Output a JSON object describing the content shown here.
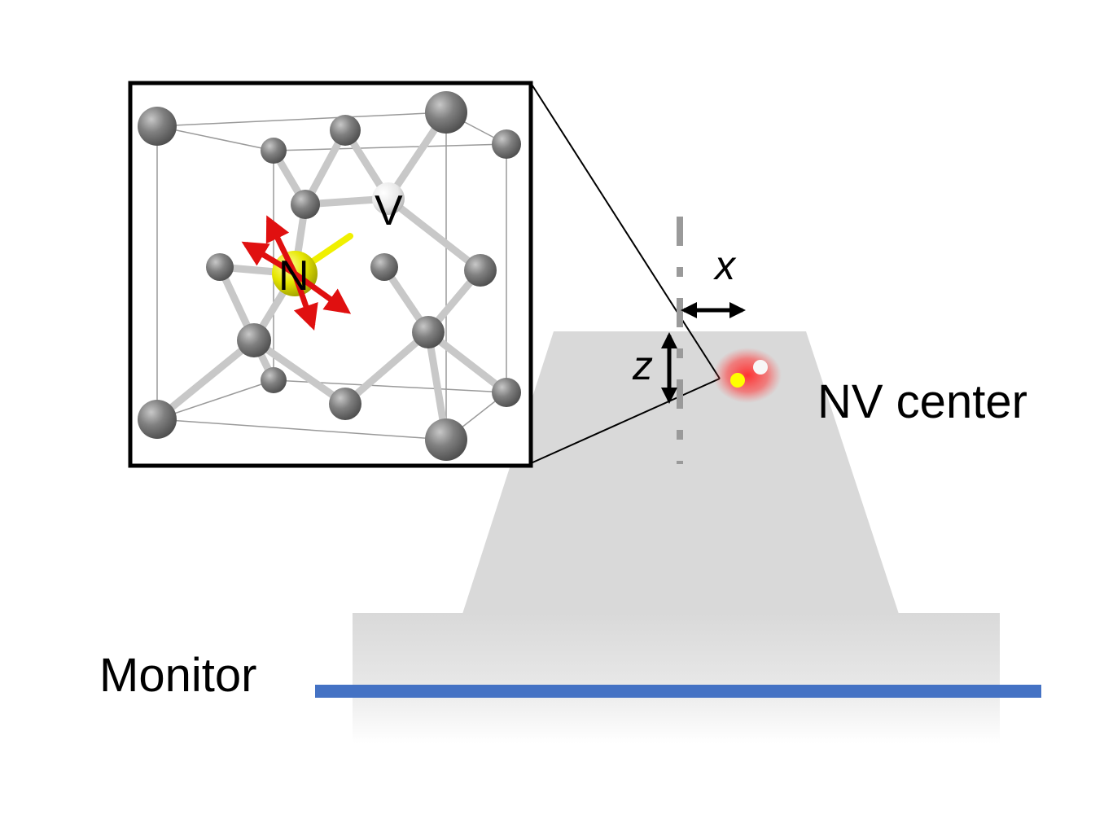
{
  "labels": {
    "nitrogen": "N",
    "vacancy": "V",
    "x_axis": "x",
    "z_axis": "z",
    "nv_center": "NV center",
    "monitor": "Monitor"
  },
  "colors": {
    "diamond_gray": "#d9d9d9",
    "monitor_line": "#4472c4",
    "carbon_atom": "#7d7d7d",
    "nitrogen_atom": "#e6e600",
    "vacancy_atom": "#f2f2f2",
    "arrow_red": "#e01010",
    "nv_glow": "#ff3030",
    "dashed_axis": "#9a9a9a"
  },
  "icons": {
    "inset": "diamond-lattice-inset",
    "x_arrow": "double-horizontal-arrow-icon",
    "z_arrow": "double-vertical-arrow-icon"
  }
}
